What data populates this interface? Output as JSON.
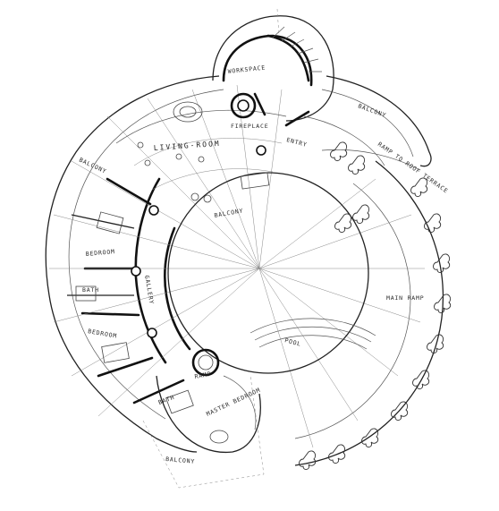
{
  "labels": {
    "workspace": "WORKSPACE",
    "living_room": "LIVING-ROOM",
    "fireplace": "FIREPLACE",
    "balcony_top": "BALCONY",
    "balcony_left": "BALCONY",
    "balcony_inner": "BALCONY",
    "balcony_bottom": "BALCONY",
    "entry": "ENTRY",
    "ramp_to_roof_terrace": "RAMP TO ROOF TERRACE",
    "bedroom_upper": "BEDROOM",
    "bedroom_lower": "BEDROOM",
    "bath_upper": "BATH",
    "bath_lower": "BATH",
    "gallery": "GALLERY",
    "master_bedroom": "MASTER BEDROOM",
    "main_ramp": "MAIN RAMP",
    "pool": "POOL",
    "ramp_lower": "RAMP"
  }
}
